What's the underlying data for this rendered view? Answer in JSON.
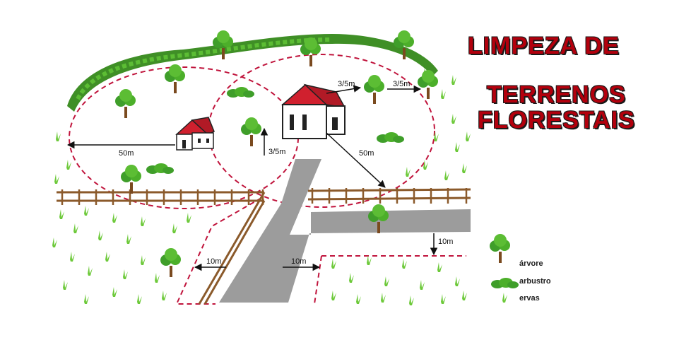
{
  "title": {
    "line1": "LIMPEZA DE",
    "line2": "TERRENOS",
    "line3": "FLORESTAIS"
  },
  "measurements": {
    "radius_left": "50m",
    "radius_right": "50m",
    "tree_top": "3/5m",
    "tree_right": "3/5m",
    "tree_middle": "3/5m",
    "road_left": "10m",
    "road_center": "10m",
    "road_right": "10m"
  },
  "legend": {
    "tree": "árvore",
    "shrub": "arbustro",
    "herbs": "ervas"
  },
  "colors": {
    "title": "#b3000d",
    "dashed_line": "#c0143c",
    "road": "#9c9c9c",
    "fence": "#8b5a2b",
    "roof": "#d0202e",
    "foliage": "#4caf2a",
    "grass": "#6dc93a"
  }
}
